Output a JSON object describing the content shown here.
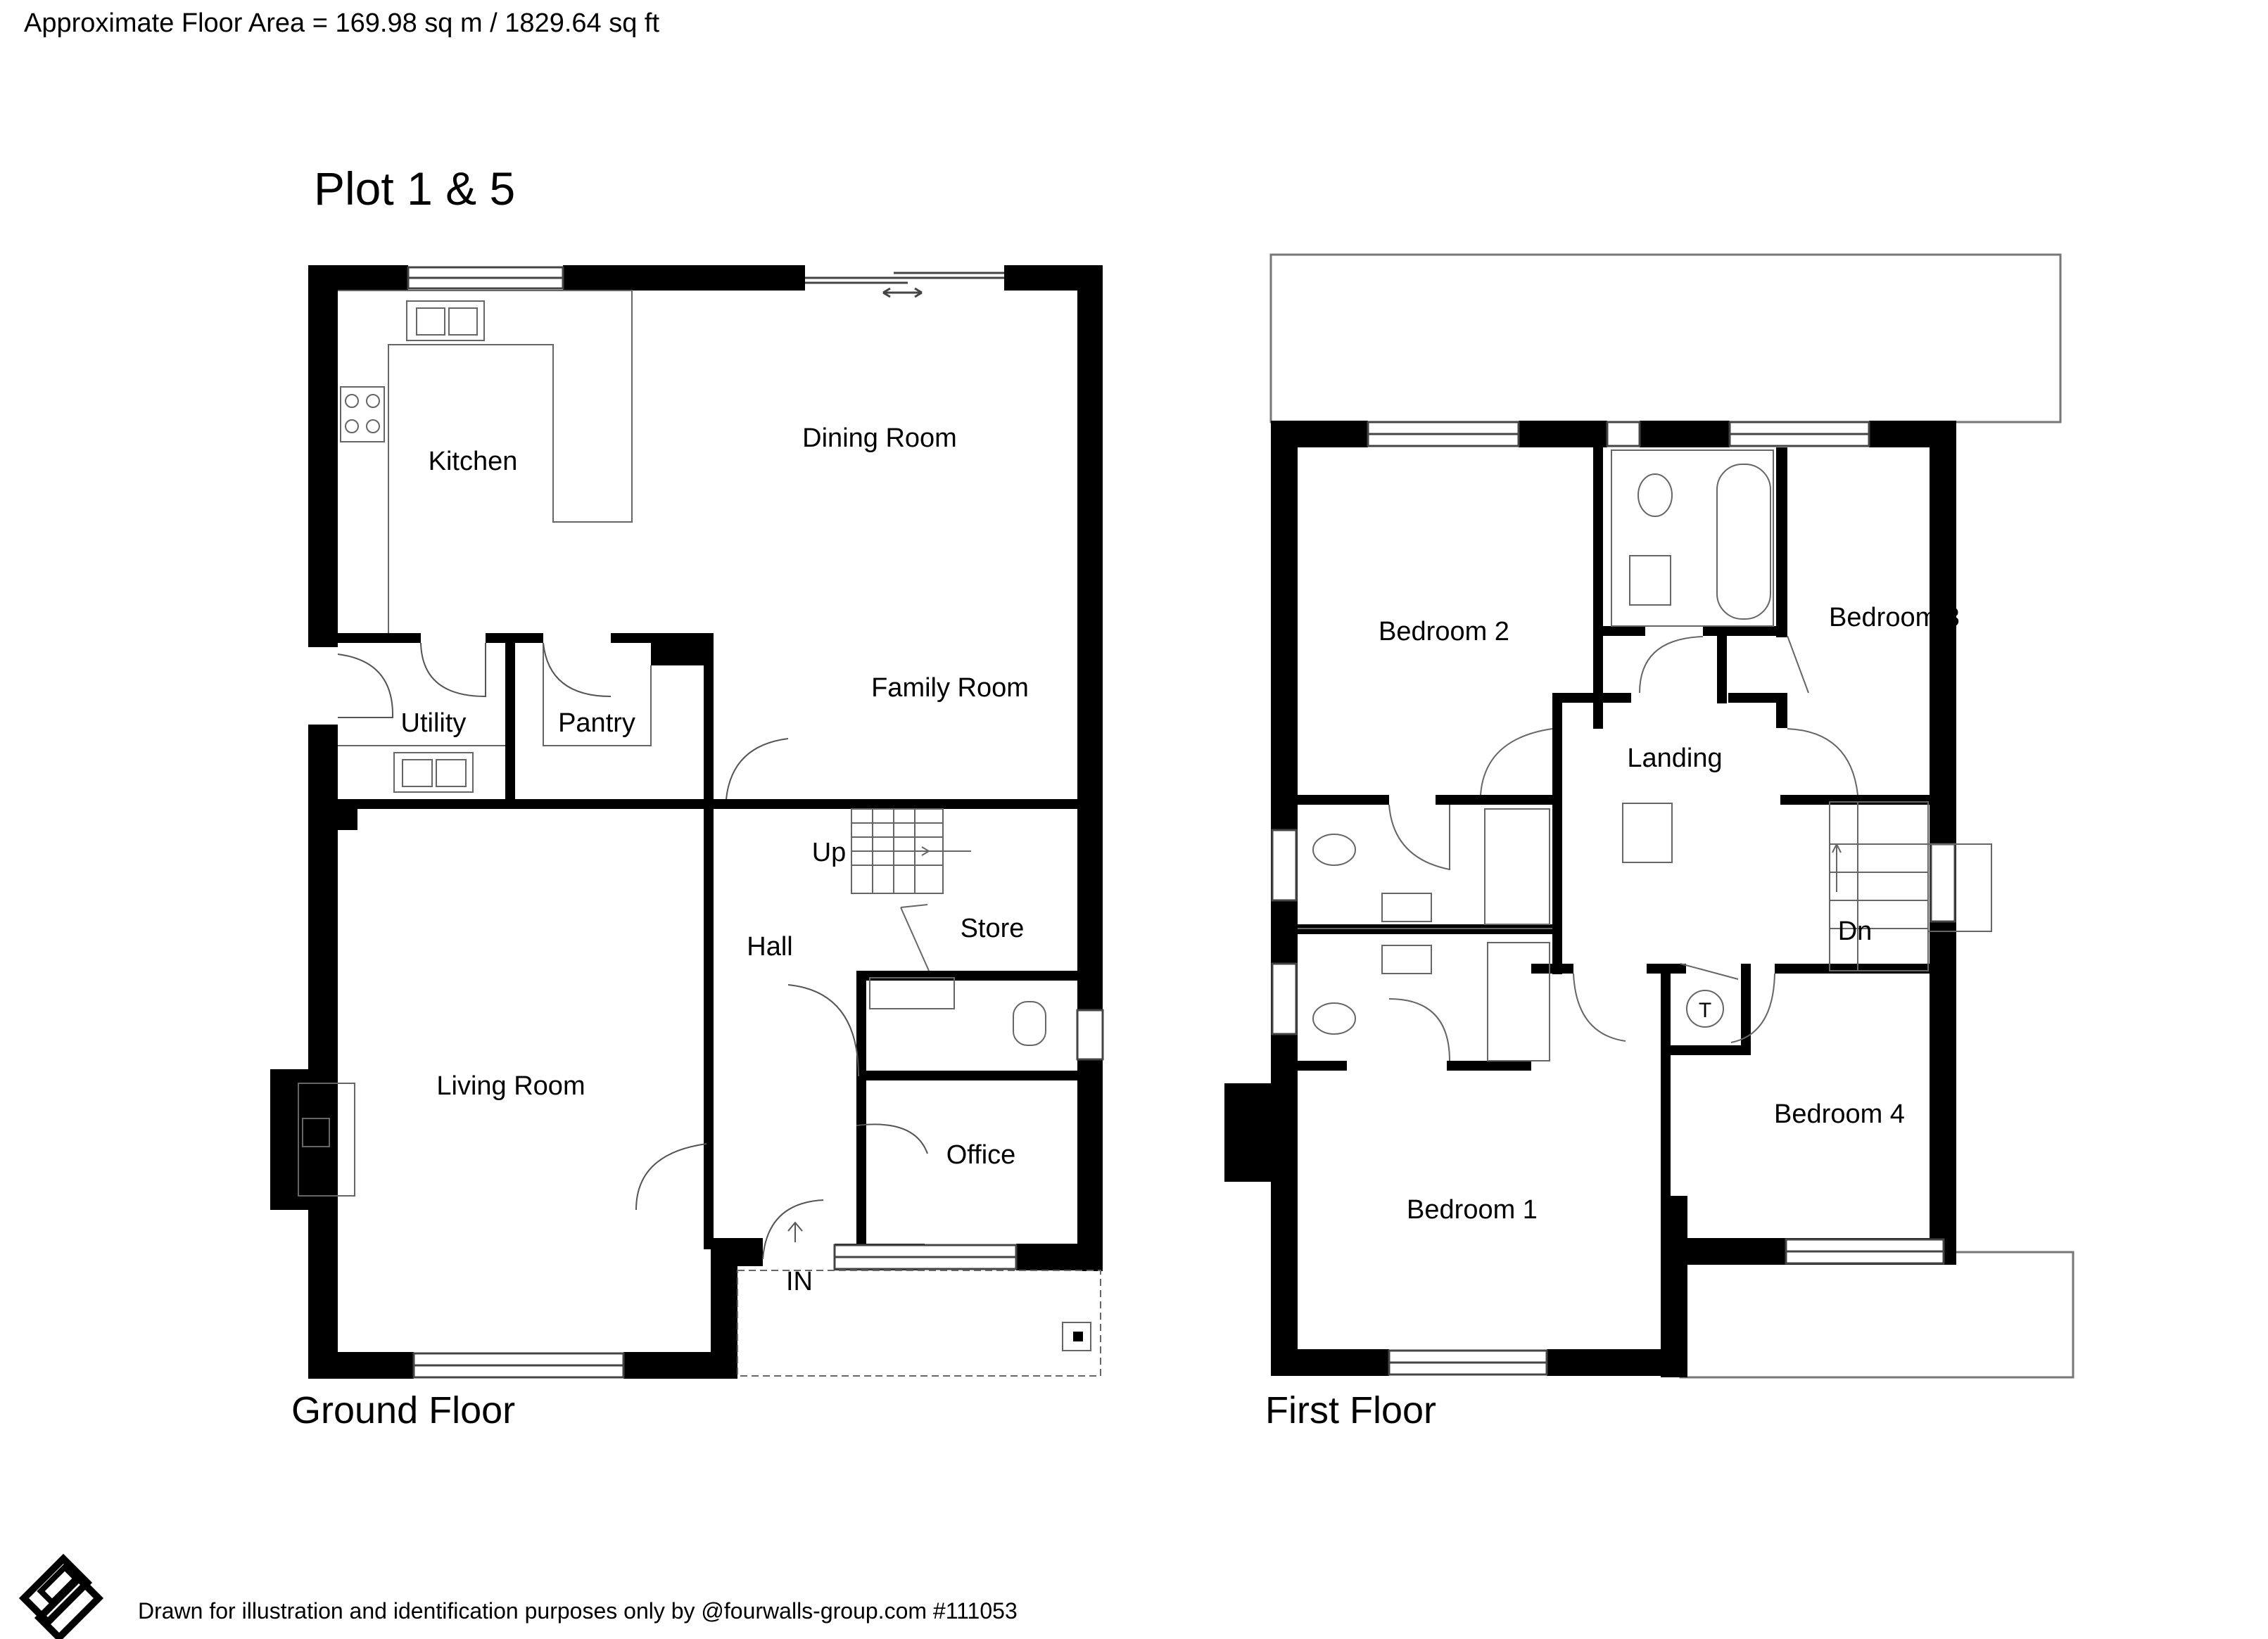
{
  "header": {
    "area_text": "Approximate Floor Area = 169.98 sq m / 1829.64 sq ft"
  },
  "title": "Plot 1 & 5",
  "ground_floor": {
    "label": "Ground Floor",
    "rooms": {
      "kitchen": "Kitchen",
      "dining_room": "Dining Room",
      "family_room": "Family Room",
      "utility": "Utility",
      "pantry": "Pantry",
      "living_room": "Living Room",
      "hall": "Hall",
      "store": "Store",
      "office": "Office"
    },
    "stairs_label": "Up",
    "entrance_label": "IN"
  },
  "first_floor": {
    "label": "First Floor",
    "rooms": {
      "bedroom_1": "Bedroom 1",
      "bedroom_2": "Bedroom 2",
      "bedroom_3": "Bedroom 3",
      "bedroom_4": "Bedroom 4",
      "landing": "Landing"
    },
    "stairs_label": "Dn",
    "cupboard_label": "T"
  },
  "footer": {
    "credit": "Drawn for illustration and identification purposes only by @fourwalls-group.com #111053"
  },
  "colors": {
    "wall": "#000000",
    "line": "#555555",
    "background": "#ffffff"
  }
}
